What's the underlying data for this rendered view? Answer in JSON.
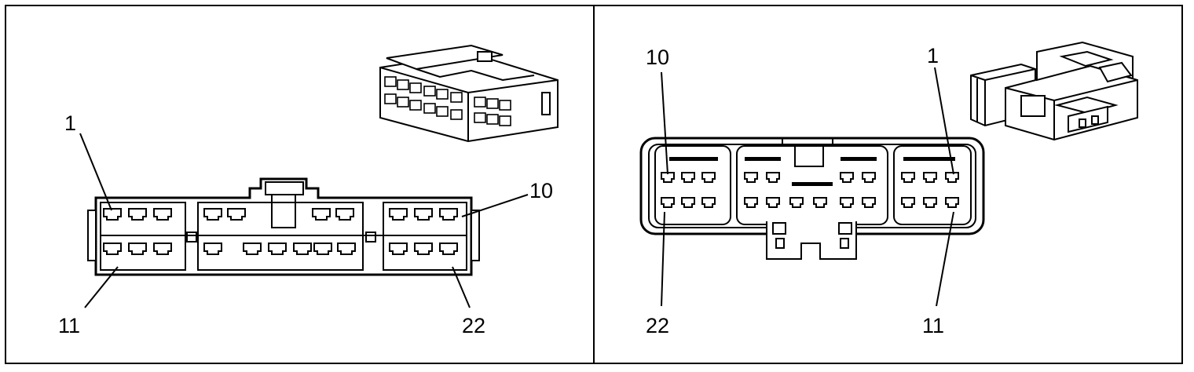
{
  "left_view": {
    "pin_labels": {
      "top_left": "1",
      "top_right": "10",
      "bottom_left": "11",
      "bottom_right": "22"
    }
  },
  "right_view": {
    "pin_labels": {
      "top_left": "10",
      "top_right": "1",
      "bottom_left": "22",
      "bottom_right": "11"
    }
  }
}
